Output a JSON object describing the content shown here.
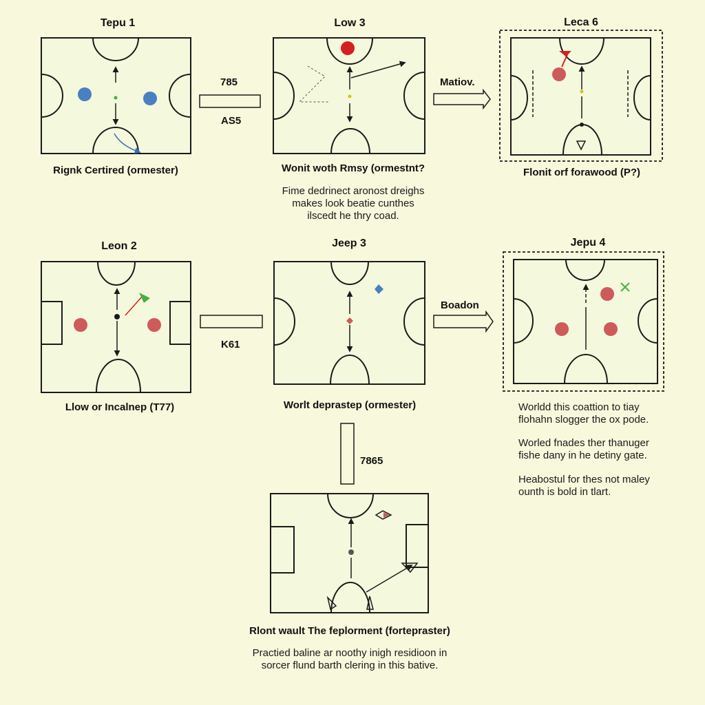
{
  "colors": {
    "background": "#f7f8dc",
    "pitch_fill": "#f4f8dc",
    "line": "#1a1a1a",
    "blue_player": "#4a7fc1",
    "red_player": "#cf5a5a",
    "red_dark": "#d42020",
    "green_marker": "#46b046",
    "yellow_marker": "#d6c21a",
    "arrow_blue": "#3a6fb0"
  },
  "panels": {
    "tepu1": {
      "title": "Tepu 1",
      "caption": "Rignk Certired (ormester)"
    },
    "low3": {
      "title": "Low 3",
      "caption": "Wonit woth Rmsy (ormestnt?"
    },
    "leca6": {
      "title": "Leca 6",
      "caption": "Flonit orf forawood (P?)"
    },
    "leon2": {
      "title": "Leon 2",
      "caption": "Llow or Incalnep (T77)"
    },
    "jeep3": {
      "title": "Jeep 3",
      "caption": "Worlt deprastep (ormester)"
    },
    "jepu4": {
      "title": "Jepu 4"
    },
    "bottom": {
      "caption": "Rlont wault The feplorment (fortepraster)"
    }
  },
  "connectors": {
    "c785": "785",
    "cas5": "AS5",
    "matiov": "Matiov.",
    "k61": "K61",
    "boadon": "Boadon",
    "c7865": "7865"
  },
  "notes": {
    "low3_note": [
      "Fime dedrinect aronost dreighs",
      "makes look beatie cunthes",
      "ilscedt he thry coad."
    ],
    "right_note_1": [
      "Worldd this coattion to tiay",
      "flohahn slogger the ox pode."
    ],
    "right_note_2": [
      "Worled fnades ther thanuger",
      "fishe dany in he detiny gate."
    ],
    "right_note_3": [
      "Heabostul for thes not maley",
      "ounth is bold in tlart."
    ],
    "bottom_note": [
      "Practied baline ar noothy inigh residioon in",
      "sorcer flund barth clering in this bative."
    ]
  }
}
